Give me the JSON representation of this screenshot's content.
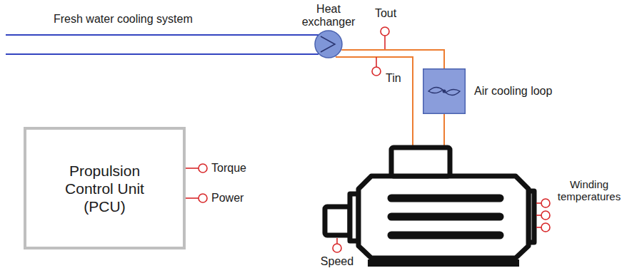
{
  "diagram": {
    "nodes": [
      {
        "text": [
          "Propulsion Control Unit (PCU)"
        ]
      },
      {
        "text": [
          "Heat exchanger"
        ]
      },
      {
        "text": [
          "Air cooling loop"
        ]
      }
    ],
    "edges": [
      {
        "from": 1,
        "to": 2,
        "arrow": "none"
      }
    ],
    "labels": [
      "Fresh water cooling system",
      "Tout",
      "Tin",
      "Torque",
      "Power",
      "Winding temperatures",
      "Speed"
    ]
  }
}
